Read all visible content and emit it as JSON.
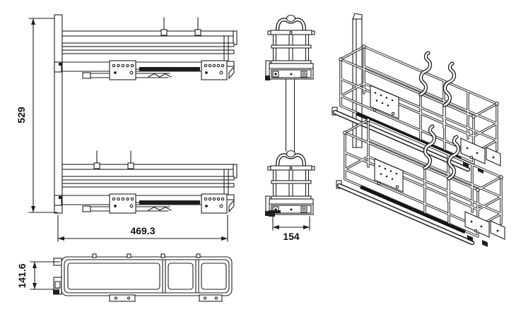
{
  "colors": {
    "background": "#ffffff",
    "line": "#1e1e1e",
    "text": "#111111"
  },
  "dimensions": {
    "front_height": "529",
    "front_width": "469.3",
    "side_width": "154",
    "plan_depth": "141.6"
  }
}
